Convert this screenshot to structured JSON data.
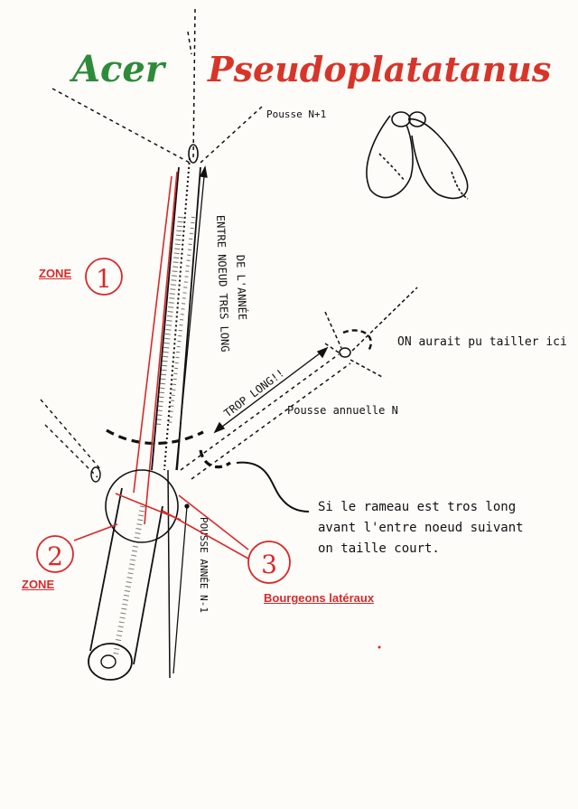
{
  "title": {
    "part1": "Acer",
    "part2": "Pseudoplatatanus"
  },
  "labels": {
    "pousse_n1": "Pousse N+1",
    "entre_noeud": "ENTRE NOEUD TRES LONG",
    "de_lannee": "DE L'ANNÉE",
    "trop_long": "TROP LONG!!",
    "pousse_annuelle": "Pousse annuelle N",
    "on_aurait": "ON aurait pu tailler ici",
    "pousse_annee_n1": "POUSSE ANNÉE N-1",
    "note_line1": "Si le rameau est tros long",
    "note_line2": "avant l'entre noeud suivant",
    "note_line3": "on taille court."
  },
  "zones": {
    "zone1": {
      "label": "ZONE",
      "number": "1"
    },
    "zone2": {
      "label": "ZONE",
      "number": "2"
    },
    "zone3": {
      "number": "3",
      "label": "Bourgeons latéraux"
    }
  },
  "colors": {
    "annotation_red": "#d62a2a",
    "title_green": "#2e8b3a",
    "title_red": "#d8352a",
    "ink": "#111111"
  }
}
